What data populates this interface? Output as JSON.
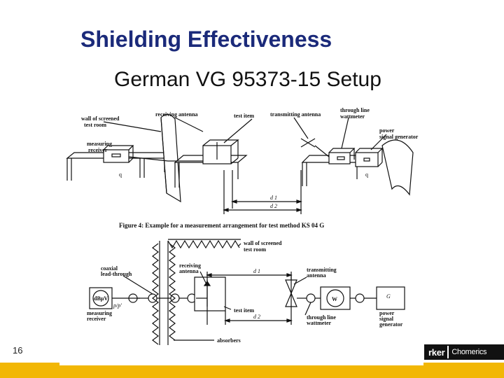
{
  "slide": {
    "title": "Shielding Effectiveness",
    "subtitle": "German VG 95373-15 Setup",
    "page_number": "16"
  },
  "logo": {
    "part1": "rker",
    "part2": "Chomerics"
  },
  "diagram": {
    "top": {
      "wall": "wall of screened",
      "wall2": "test room",
      "receiving_antenna": "receiving antenna",
      "test_item": "test item",
      "transmitting_antenna": "transmitting antenna",
      "through_line": "through line",
      "wattmeter": "wattmeter",
      "power": "power",
      "signal_generator": "signal generator",
      "measuring": "measuring",
      "receiver": "receiver",
      "d1": "d 1",
      "d2": "d 2",
      "q1": "q",
      "q2": "q"
    },
    "caption": "Figure 4:  Example for a measurement arrangement for test method KS 04 G",
    "bottom": {
      "wall": "wall of screened",
      "wall2": "test room",
      "coaxial": "coaxial",
      "lead_through": "lead-through",
      "receiving": "receiving",
      "antenna": "antenna",
      "d1": "d 1",
      "transmitting": "transmitting",
      "antenna2": "antenna",
      "meter": "dBμV",
      "pp": "p/p'",
      "measuring": "measuring",
      "receiver": "receiver",
      "test_item": "test item",
      "d2": "d 2",
      "through_line": "through line",
      "wattmeter": "wattmeter",
      "w": "W",
      "g": "G",
      "power": "power",
      "signal": "signal",
      "generator": "generator",
      "absorbers": "absorbers"
    }
  }
}
